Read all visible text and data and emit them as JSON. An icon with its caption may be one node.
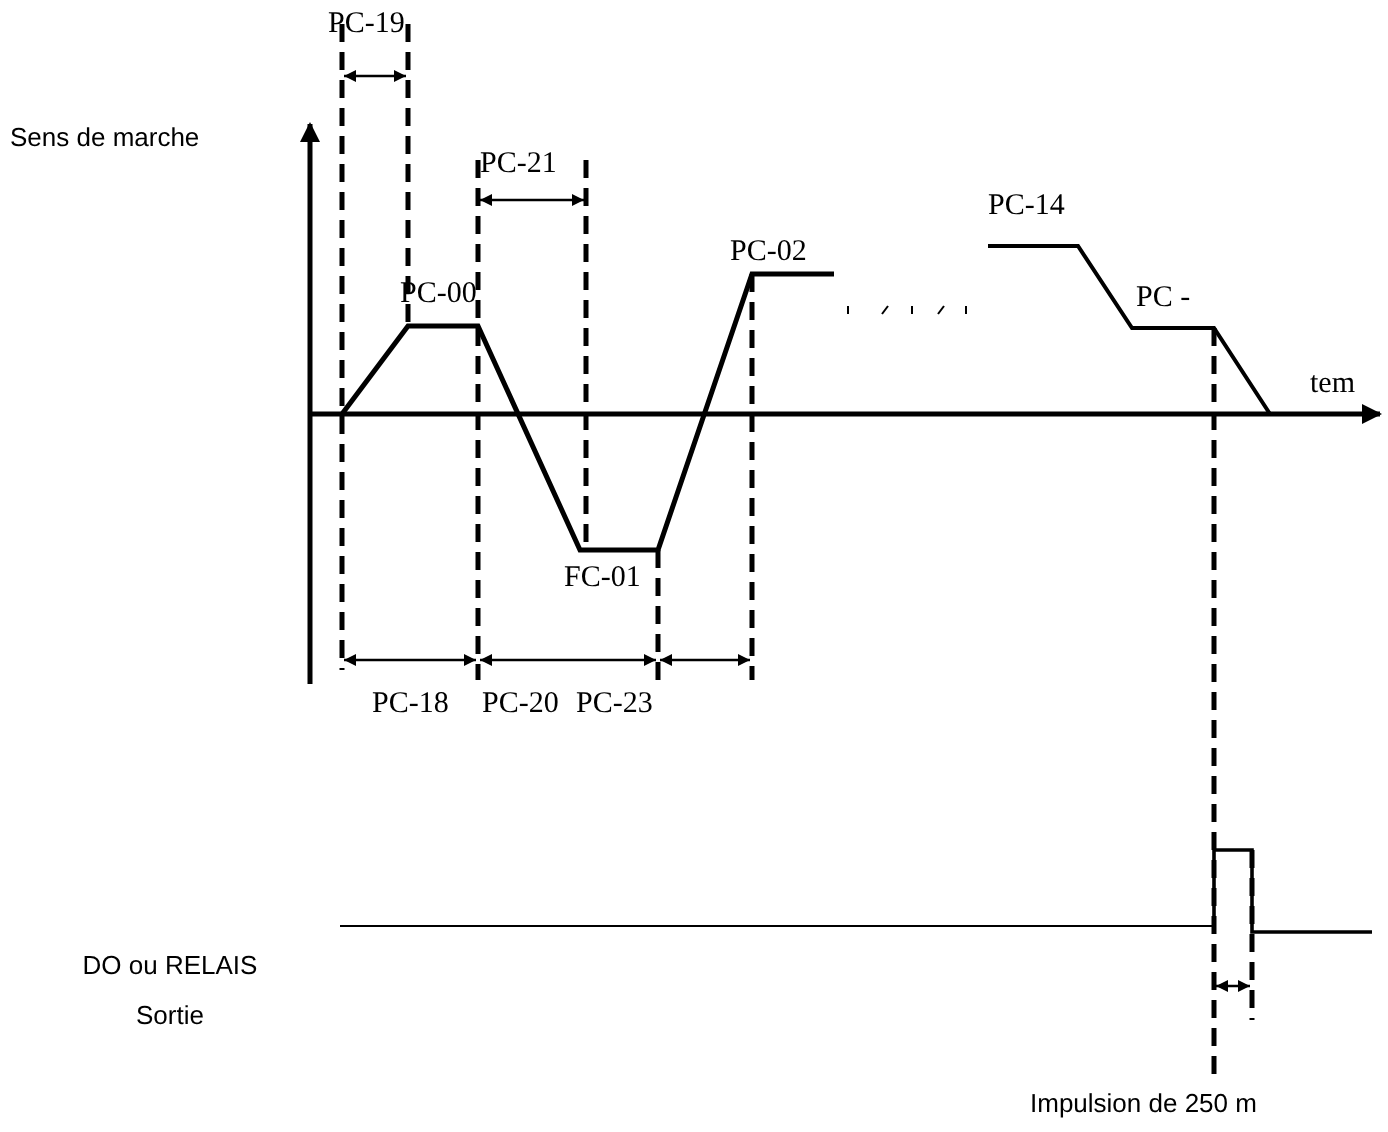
{
  "diagram": {
    "labels": [
      "PC-19",
      "Sens de marche",
      "PC-21",
      "PC-14",
      "PC-00",
      "PC-02",
      "PC -",
      "tem",
      "FC-01",
      "PC-18",
      "PC-20",
      "PC-23",
      "DO ou RELAIS Sortie",
      "Impulsion de 250 m"
    ]
  }
}
